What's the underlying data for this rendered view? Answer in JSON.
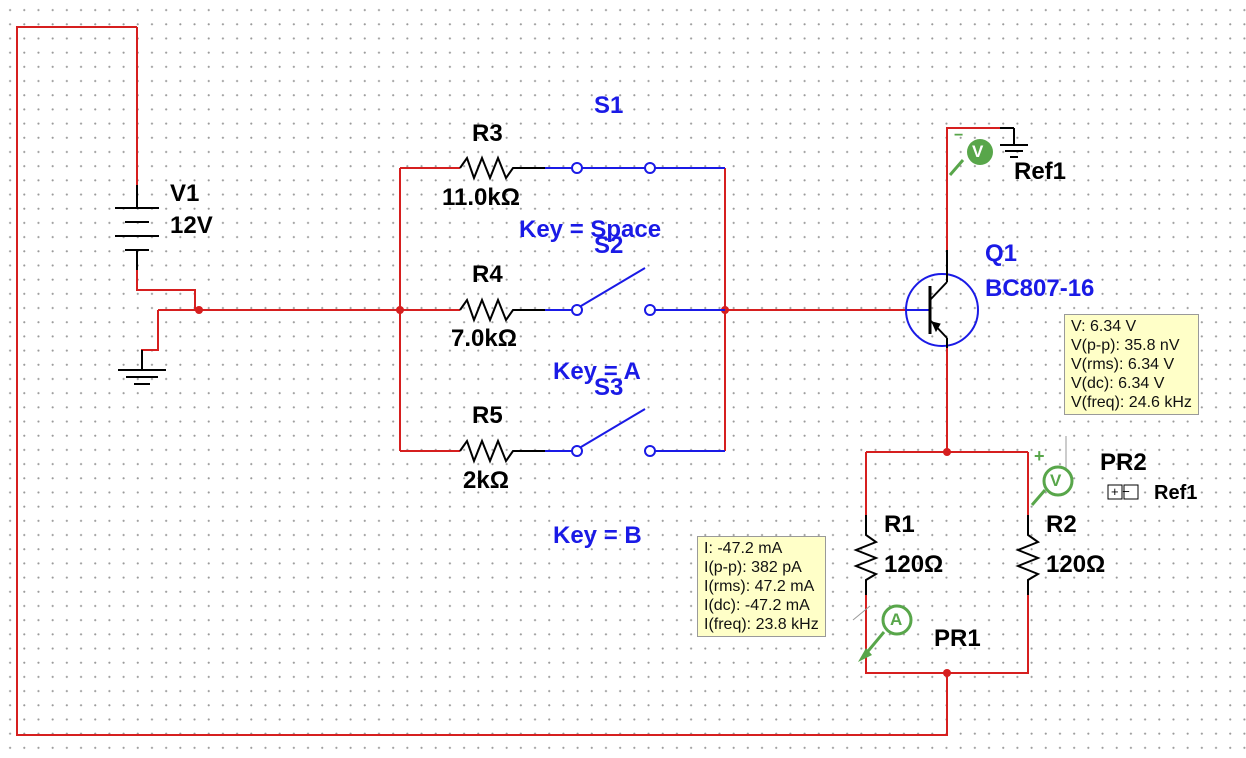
{
  "colors": {
    "wire": "#d61f1f",
    "component": "#000000",
    "switch": "#1a1ae6",
    "probe": "#58a64a",
    "tooltip": "#ffffc8"
  },
  "components": {
    "V1": {
      "name": "V1",
      "value": "12V"
    },
    "R3": {
      "name": "R3",
      "value": "11.0kΩ"
    },
    "R4": {
      "name": "R4",
      "value": "7.0kΩ"
    },
    "R5": {
      "name": "R5",
      "value": "2kΩ"
    },
    "R1": {
      "name": "R1",
      "value": "120Ω"
    },
    "R2": {
      "name": "R2",
      "value": "120Ω"
    },
    "Q1": {
      "name": "Q1",
      "model": "BC807-16"
    }
  },
  "switches": {
    "S1": {
      "name": "S1",
      "key": "Key = Space"
    },
    "S2": {
      "name": "S2",
      "key": "Key = A"
    },
    "S3": {
      "name": "S3",
      "key": "Key = B"
    }
  },
  "probes": {
    "ref1_top": {
      "symbol": "V",
      "ref": "Ref1",
      "minus": "−"
    },
    "pr2": {
      "name": "PR2",
      "symbol": "V",
      "ref": "Ref1",
      "plus": "+",
      "readings": [
        "V: 6.34 V",
        "V(p-p): 35.8 nV",
        "V(rms): 6.34 V",
        "V(dc): 6.34 V",
        "V(freq): 24.6 kHz"
      ]
    },
    "pr1": {
      "name": "PR1",
      "symbol": "A",
      "readings": [
        "I: -47.2 mA",
        "I(p-p): 382 pA",
        "I(rms): 47.2 mA",
        "I(dc): -47.2 mA",
        "I(freq): 23.8 kHz"
      ]
    }
  }
}
